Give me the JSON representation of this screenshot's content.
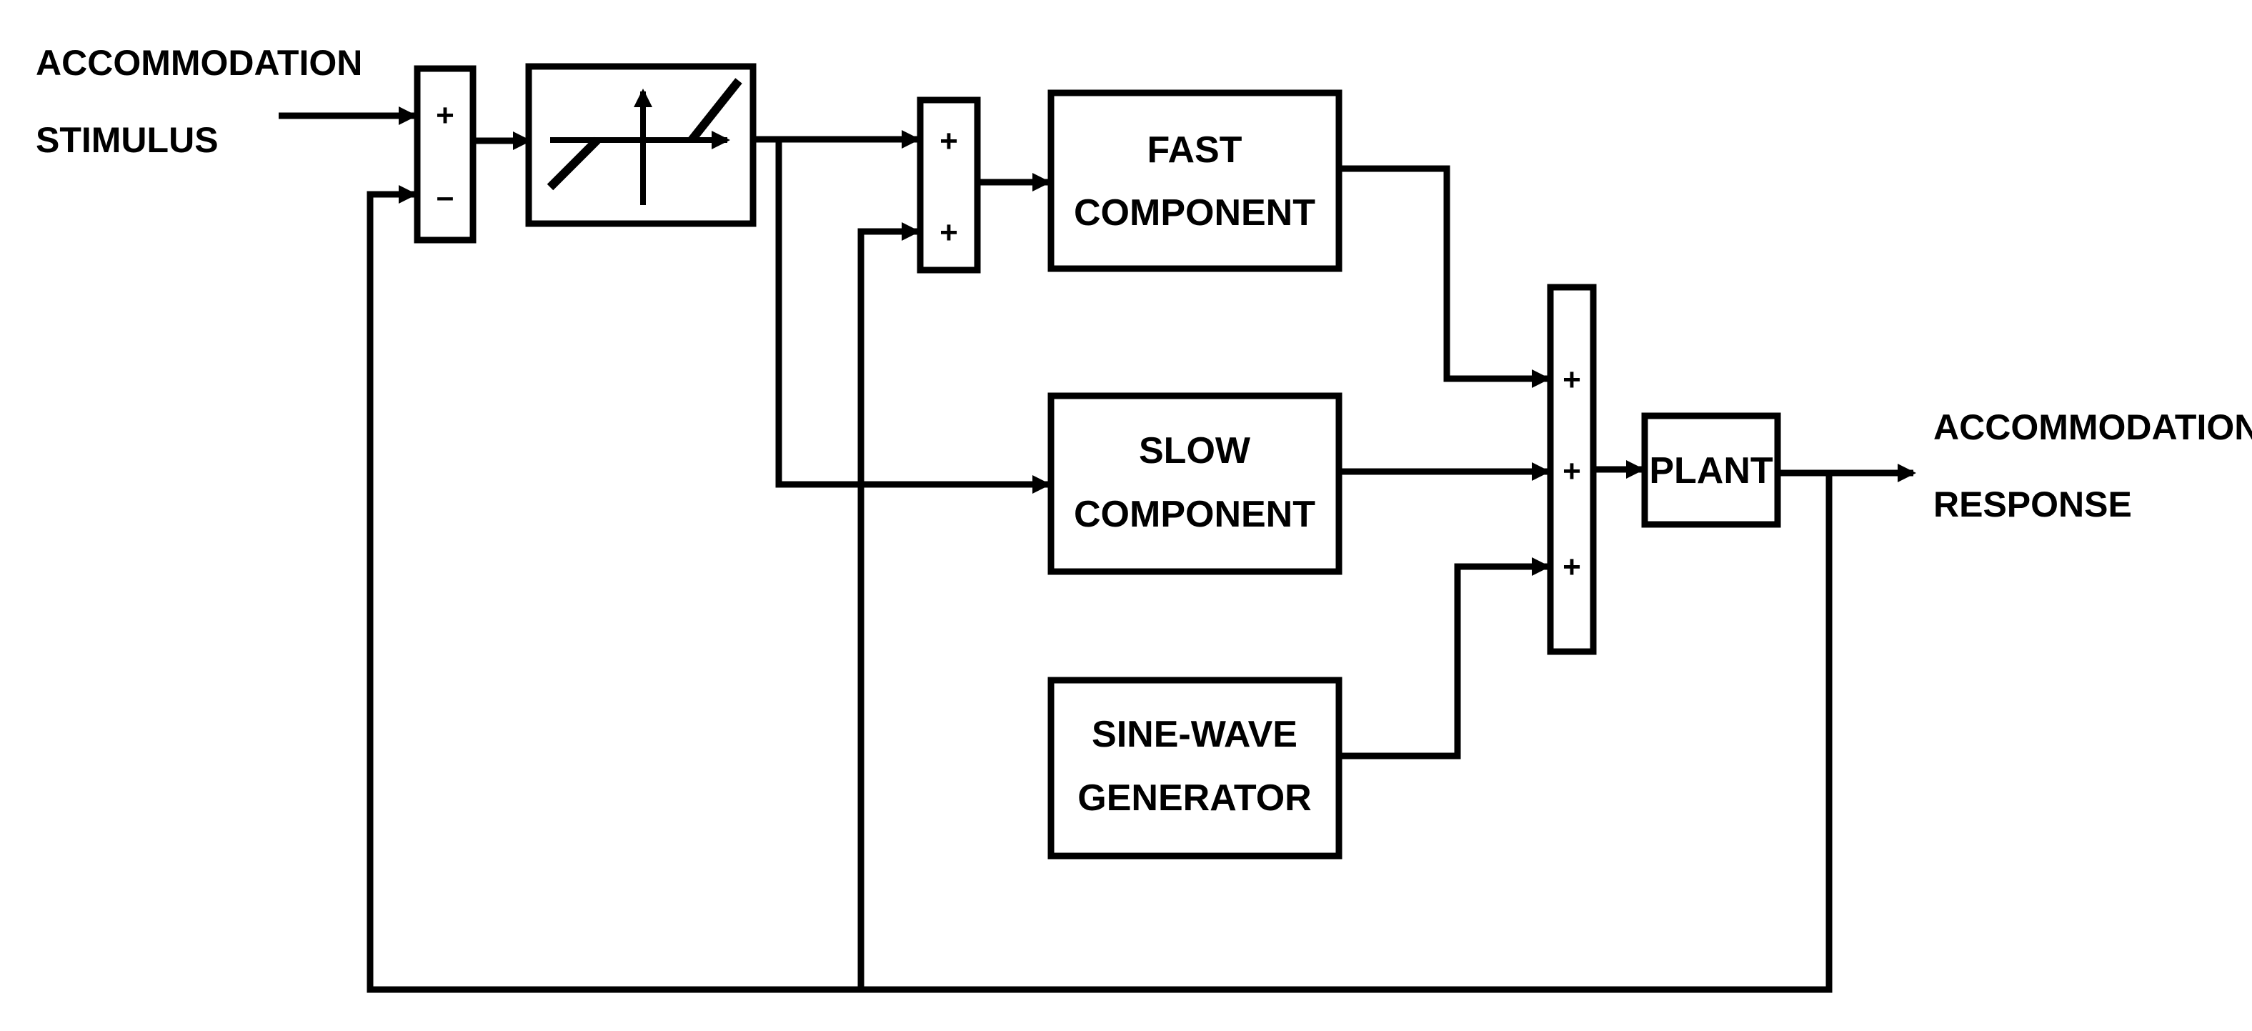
{
  "input_label": {
    "line1": "ACCOMMODATION",
    "line2": "STIMULUS"
  },
  "output_label": {
    "line1": "ACCOMMODATION",
    "line2": "RESPONSE"
  },
  "summing_junction_1": {
    "top_sign": "+",
    "bottom_sign": "–"
  },
  "summing_junction_2": {
    "top_sign": "+",
    "bottom_sign": "+"
  },
  "summing_junction_3": {
    "top_sign": "+",
    "middle_sign": "+",
    "bottom_sign": "+"
  },
  "fast_component": {
    "line1": "FAST",
    "line2": "COMPONENT"
  },
  "slow_component": {
    "line1": "SLOW",
    "line2": "COMPONENT"
  },
  "sine_generator": {
    "line1": "SINE-WAVE",
    "line2": "GENERATOR"
  },
  "plant": {
    "label": "PLANT"
  },
  "colors": {
    "line": "#000000",
    "background": "#ffffff"
  }
}
